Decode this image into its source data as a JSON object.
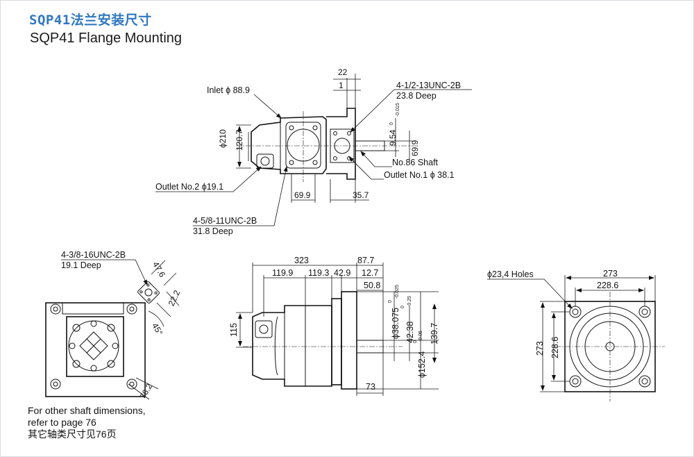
{
  "title_cn": "SQP41法兰安装尺寸",
  "title_en": "SQP41 Flange Mounting",
  "notes": {
    "line1": "For other shaft dimensions,",
    "line2": "refer to page 76",
    "line3": "其它轴类尺寸见76页"
  },
  "top_view": {
    "inlet": "Inlet ϕ 88.9",
    "outlet2": "Outlet No.2 ϕ19.1",
    "thread_5_8": "4-5/8-11UNC-2B",
    "thread_5_8_depth": "31.8 Deep",
    "thread_1_2": "4-1/2-13UNC-2B",
    "thread_1_2_depth": "23.8 Deep",
    "shaft": "No.86 Shaft",
    "outlet1": "Outlet No.1 ϕ 38.1",
    "d210": "ϕ210",
    "d120_7": "120.7",
    "d69_9a": "69.9",
    "d35_7": "35.7",
    "d22": "22",
    "d1": "1",
    "d9_54": "9.54",
    "tol_9_54_up": "0",
    "tol_9_54_lo": "-0.015",
    "d69_9b": "69.9"
  },
  "left_view": {
    "thread_3_8": "4-3/8-16UNC-2B",
    "thread_3_8_depth": "19.1 Deep",
    "d47_6": "47.6",
    "d22_2": "22.2",
    "angle": "45°",
    "d76_2": "76.2"
  },
  "middle_view": {
    "d323": "323",
    "d87_7": "87.7",
    "d119_9": "119.9",
    "d119_3": "119.3",
    "d42_9": "42.9",
    "d12_7": "12.7",
    "d50_8": "50.8",
    "d115": "115",
    "d38_075": "ϕ38.075",
    "tol_38_up": "0",
    "tol_38_lo": "-0.025",
    "d42_38": "42.38",
    "tol_42_up": "0",
    "tol_42_lo": "-0.25",
    "d152_4": "ϕ152.4",
    "tol_152_up": "0",
    "tol_152_lo": "-0.05",
    "d139_7": "139.7",
    "d73": "73"
  },
  "right_view": {
    "holes": "ϕ23,4 Holes",
    "d273_top": "273",
    "d228_6_top": "228.6",
    "d273_side": "273",
    "d228_6_side": "228.6"
  }
}
